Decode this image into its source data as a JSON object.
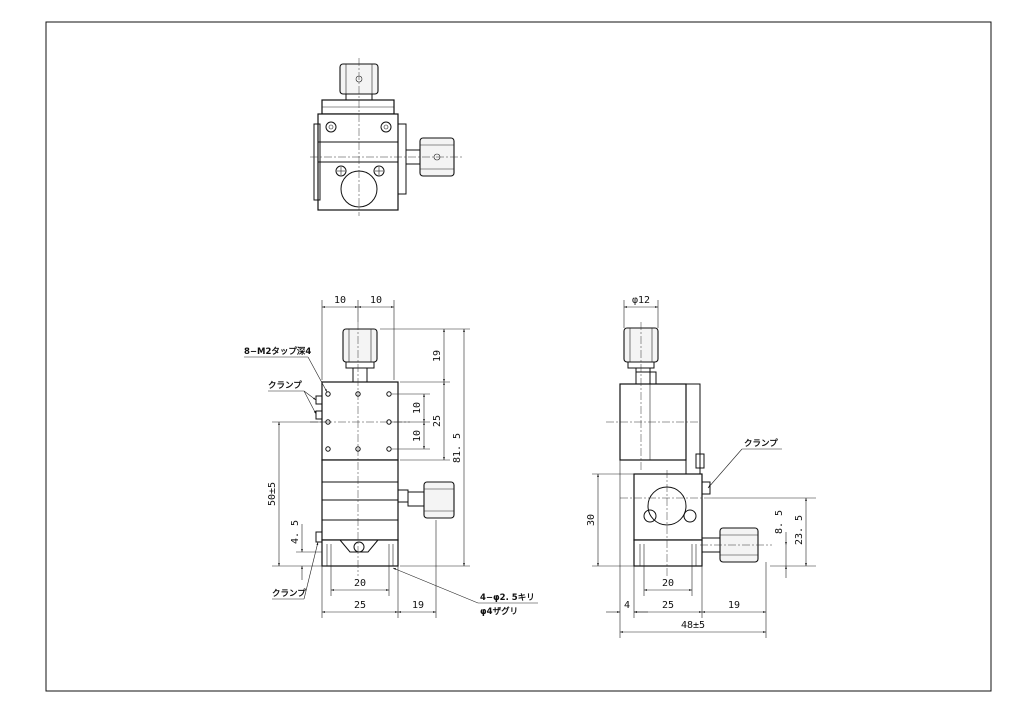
{
  "drawing": {
    "front": {
      "dims": {
        "top_left": "10",
        "top_right": "10",
        "h19": "19",
        "h10a": "10",
        "h10b": "10",
        "h25": "25",
        "h815": "81. 5",
        "h50": "50±5",
        "h45": "4. 5",
        "w20": "20",
        "w25": "25",
        "w19": "19"
      },
      "notes": {
        "tap": "8−M2タップ深4",
        "clamp_top": "クランプ",
        "clamp_bottom": "クランプ",
        "hole_line1": "4−φ2. 5キリ",
        "hole_line2": "φ4ザグリ"
      }
    },
    "side": {
      "dims": {
        "phi12": "φ12",
        "h30": "30",
        "h85": "8. 5",
        "h235": "23. 5",
        "w4": "4",
        "w20": "20",
        "w25": "25",
        "w19": "19",
        "w48": "48±5"
      },
      "notes": {
        "clamp": "クランプ"
      }
    }
  }
}
